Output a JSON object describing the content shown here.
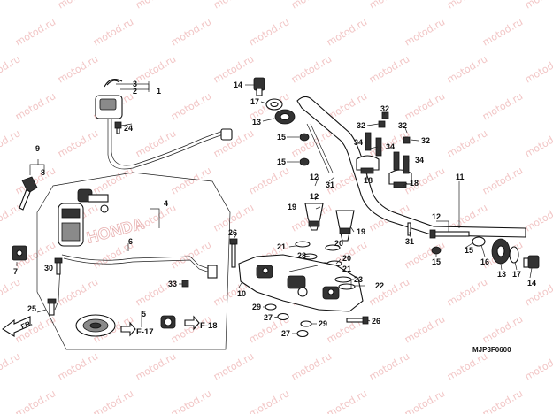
{
  "diagram_code": "MJP3F0600",
  "watermark": "motod.ru",
  "callouts": [
    "1",
    "2",
    "3",
    "4",
    "5",
    "6",
    "7",
    "8",
    "9",
    "10",
    "11",
    "12",
    "13",
    "14",
    "15",
    "16",
    "17",
    "18",
    "19",
    "20",
    "21",
    "22",
    "23",
    "24",
    "25",
    "26",
    "27",
    "28",
    "29",
    "30",
    "31",
    "32",
    "33",
    "34"
  ],
  "refs": [
    "F-17",
    "F-18"
  ],
  "front_label": "FR.",
  "brand_text": "HONDA"
}
